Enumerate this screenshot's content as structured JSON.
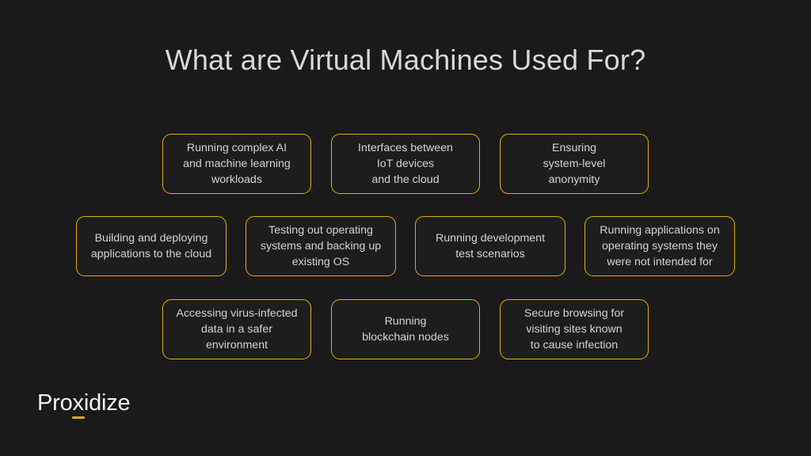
{
  "slide": {
    "background_color": "#1a1a1a",
    "title": "What are Virtual Machines Used For?",
    "title_color": "#d9d9d9",
    "accent_color": "#e3ac12",
    "card_text_color": "#d4d4d4",
    "card_fill_color": "#1d1d1d"
  },
  "rows": [
    {
      "id": "row-1",
      "cards": [
        {
          "text": "Running complex AI\nand machine learning\nworkloads"
        },
        {
          "text": "Interfaces between\nIoT devices\nand the cloud"
        },
        {
          "text": "Ensuring\nsystem-level\nanonymity"
        }
      ]
    },
    {
      "id": "row-2",
      "cards": [
        {
          "text": "Building and deploying\napplications to the cloud"
        },
        {
          "text": "Testing out operating\nsystems and backing up\nexisting OS"
        },
        {
          "text": "Running development\ntest scenarios"
        },
        {
          "text": "Running applications on\noperating systems they\nwere not intended for"
        }
      ]
    },
    {
      "id": "row-3",
      "cards": [
        {
          "text": "Accessing virus-infected\ndata in a safer\nenvironment"
        },
        {
          "text": "Running\nblockchain nodes"
        },
        {
          "text": "Secure browsing for\nvisiting sites known\nto cause infection"
        }
      ]
    }
  ],
  "logo": {
    "part_before": "Pro",
    "accent_letter": "x",
    "part_after": "idize",
    "full_text": "Proxidize",
    "underline_color": "#e3ac12"
  }
}
